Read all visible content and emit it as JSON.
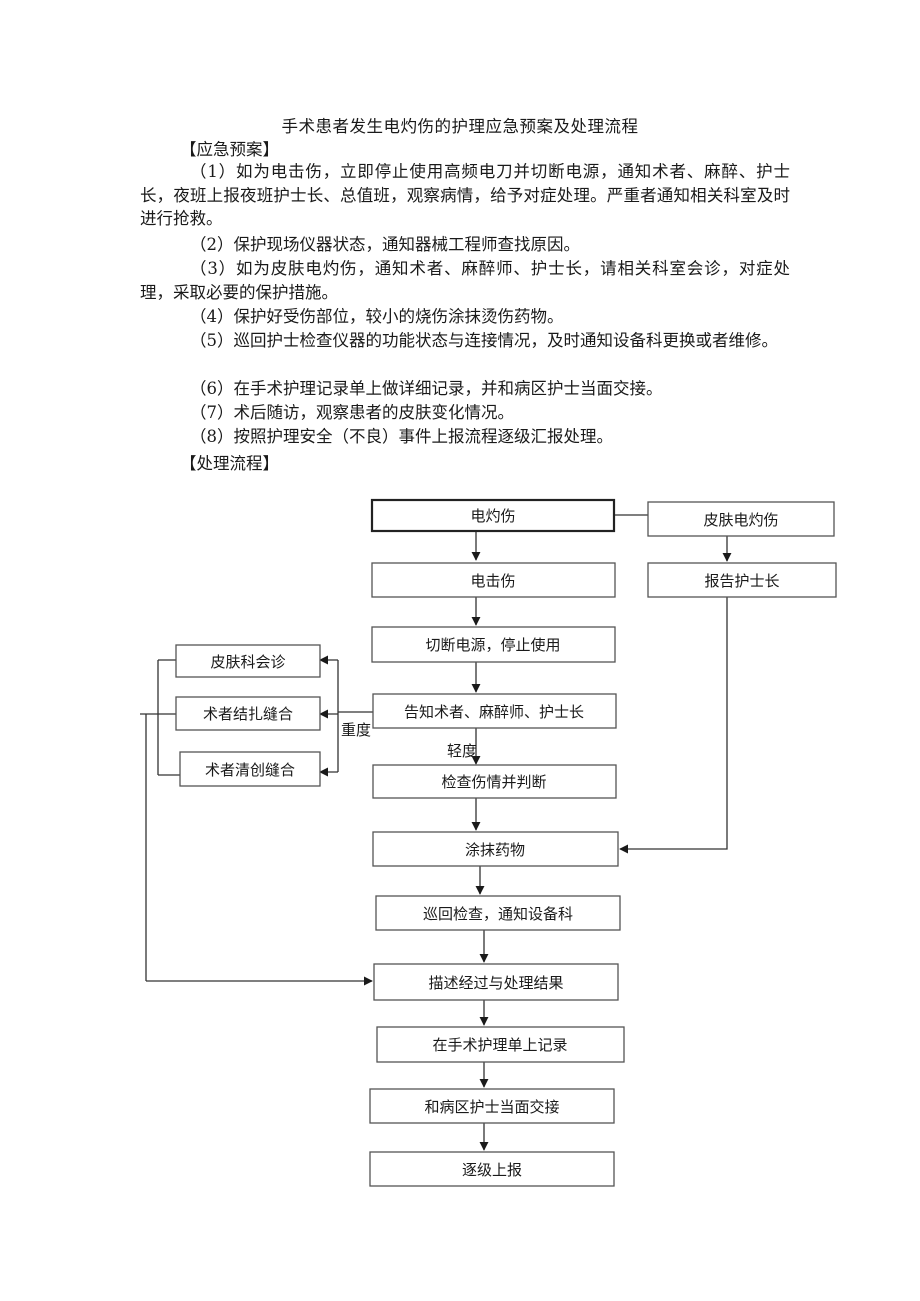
{
  "title": "手术患者发生电灼伤的护理应急预案及处理流程",
  "emergency_heading": "【应急预案】",
  "paragraphs": [
    "（1）如为电击伤，立即停止使用高频电刀并切断电源，通知术者、麻醉、护士长，夜班上报夜班护士长、总值班，观察病情，给予对症处理。严重者通知相关科室及时进行抢救。",
    "（2）保护现场仪器状态，通知器械工程师查找原因。",
    "（3）如为皮肤电灼伤，通知术者、麻醉师、护士长，请相关科室会诊，对症处理，采取必要的保护措施。",
    "（4）保护好受伤部位，较小的烧伤涂抹烫伤药物。",
    "（5）巡回护士检查仪器的功能状态与连接情况，及时通知设备科更换或者维修。",
    "（6）在手术护理记录单上做详细记录，并和病区护士当面交接。",
    "（7）术后随访，观察患者的皮肤变化情况。",
    "（8）按照护理安全（不良）事件上报流程逐级汇报处理。"
  ],
  "process_heading": "【处理流程】",
  "flowchart": {
    "burn": "电灼伤",
    "skin_burn": "皮肤电灼伤",
    "electric_shock": "电击伤",
    "report_head_nurse": "报告护士长",
    "cut_power": "切断电源，停止使用",
    "notify": "告知术者、麻醉师、护士长",
    "severe": "重度",
    "mild": "轻度",
    "derm_consult": "皮肤科会诊",
    "surgeon_ligate": "术者结扎缝合",
    "surgeon_debride": "术者清创缝合",
    "check_injury": "检查伤情并判断",
    "apply_medicine": "涂抹药物",
    "round_check": "巡回检查，通知设备科",
    "describe_process": "描述经过与处理结果",
    "record": "在手术护理单上记录",
    "handover": "和病区护士当面交接",
    "report_up": "逐级上报"
  }
}
